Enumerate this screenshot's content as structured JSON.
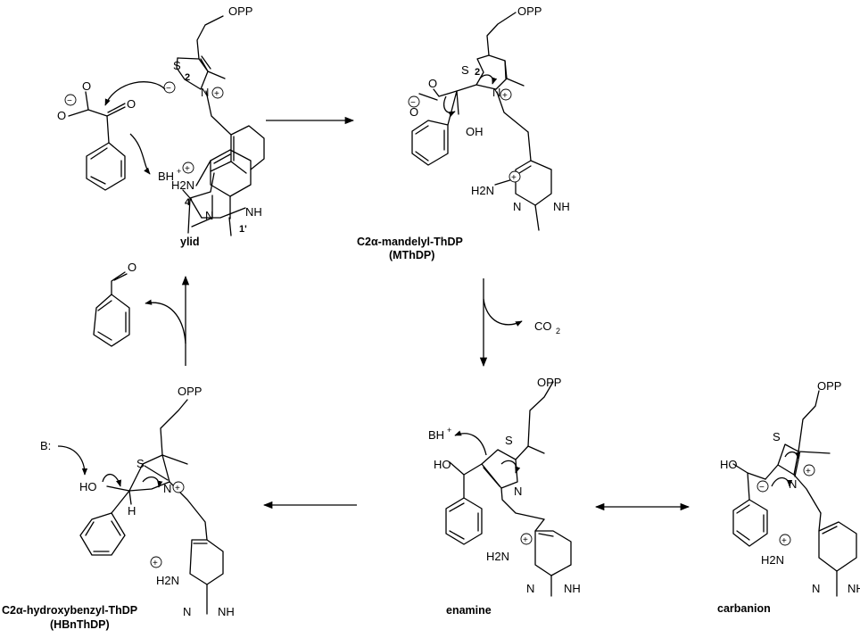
{
  "atoms": {
    "S": "S",
    "N": "N",
    "NH": "NH",
    "H2N": "H2N",
    "H": "H",
    "OH": "OH",
    "HO": "HO",
    "O": "O",
    "OPP": "OPP",
    "plus": "+",
    "minus": "−",
    "B_colon": "B:",
    "BH": "BH",
    "CO": "CO",
    "sub2": "2"
  },
  "numbering": {
    "c2": "2",
    "c4p": "4'",
    "n1p": "1'"
  },
  "labels": {
    "ylid": "ylid",
    "mthdp": "C2α-mandelyl-ThDP",
    "mthdp_abbr": "(MThDP)",
    "enamine": "enamine",
    "carbanion": "carbanion",
    "hbnthdp": "C2α-hydroxybenzyl-ThDP",
    "hbnthdp_abbr": "(HBnThDP)"
  }
}
